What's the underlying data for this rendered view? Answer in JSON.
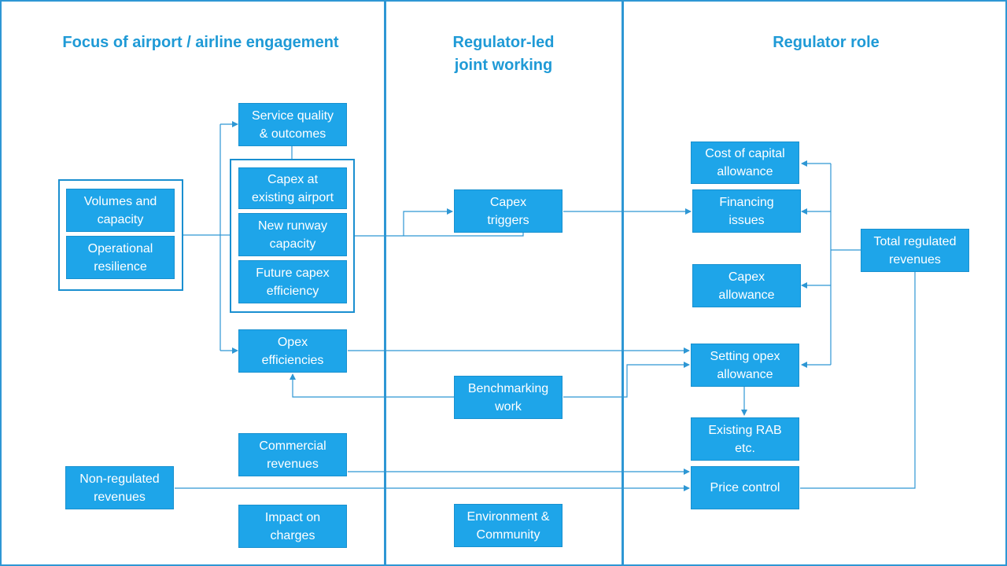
{
  "headers": {
    "col1": "Focus of airport / airline engagement",
    "col2": "Regulator-led\njoint working",
    "col3": "Regulator role"
  },
  "nodes": {
    "service_quality": "Service quality\n& outcomes",
    "volumes_capacity": "Volumes and\ncapacity",
    "operational_resilience": "Operational\nresilience",
    "capex_existing": "Capex at\nexisting airport",
    "new_runway": "New runway\ncapacity",
    "future_capex": "Future capex\nefficiency",
    "opex_efficiencies": "Opex\nefficiencies",
    "commercial_revenues": "Commercial\nrevenues",
    "non_regulated_revenues": "Non-regulated\nrevenues",
    "impact_on_charges": "Impact on\ncharges",
    "capex_triggers": "Capex\ntriggers",
    "benchmarking_work": "Benchmarking\nwork",
    "environment_community": "Environment &\nCommunity",
    "cost_of_capital": "Cost of capital\nallowance",
    "financing_issues": "Financing\nissues",
    "capex_allowance": "Capex\nallowance",
    "setting_opex": "Setting opex\nallowance",
    "existing_rab": "Existing RAB\netc.",
    "price_control": "Price control",
    "total_regulated_revenues": "Total regulated\nrevenues"
  },
  "colors": {
    "box_fill": "#1ea5e9",
    "line": "#2e97d4",
    "header_text": "#1f9ad6"
  }
}
